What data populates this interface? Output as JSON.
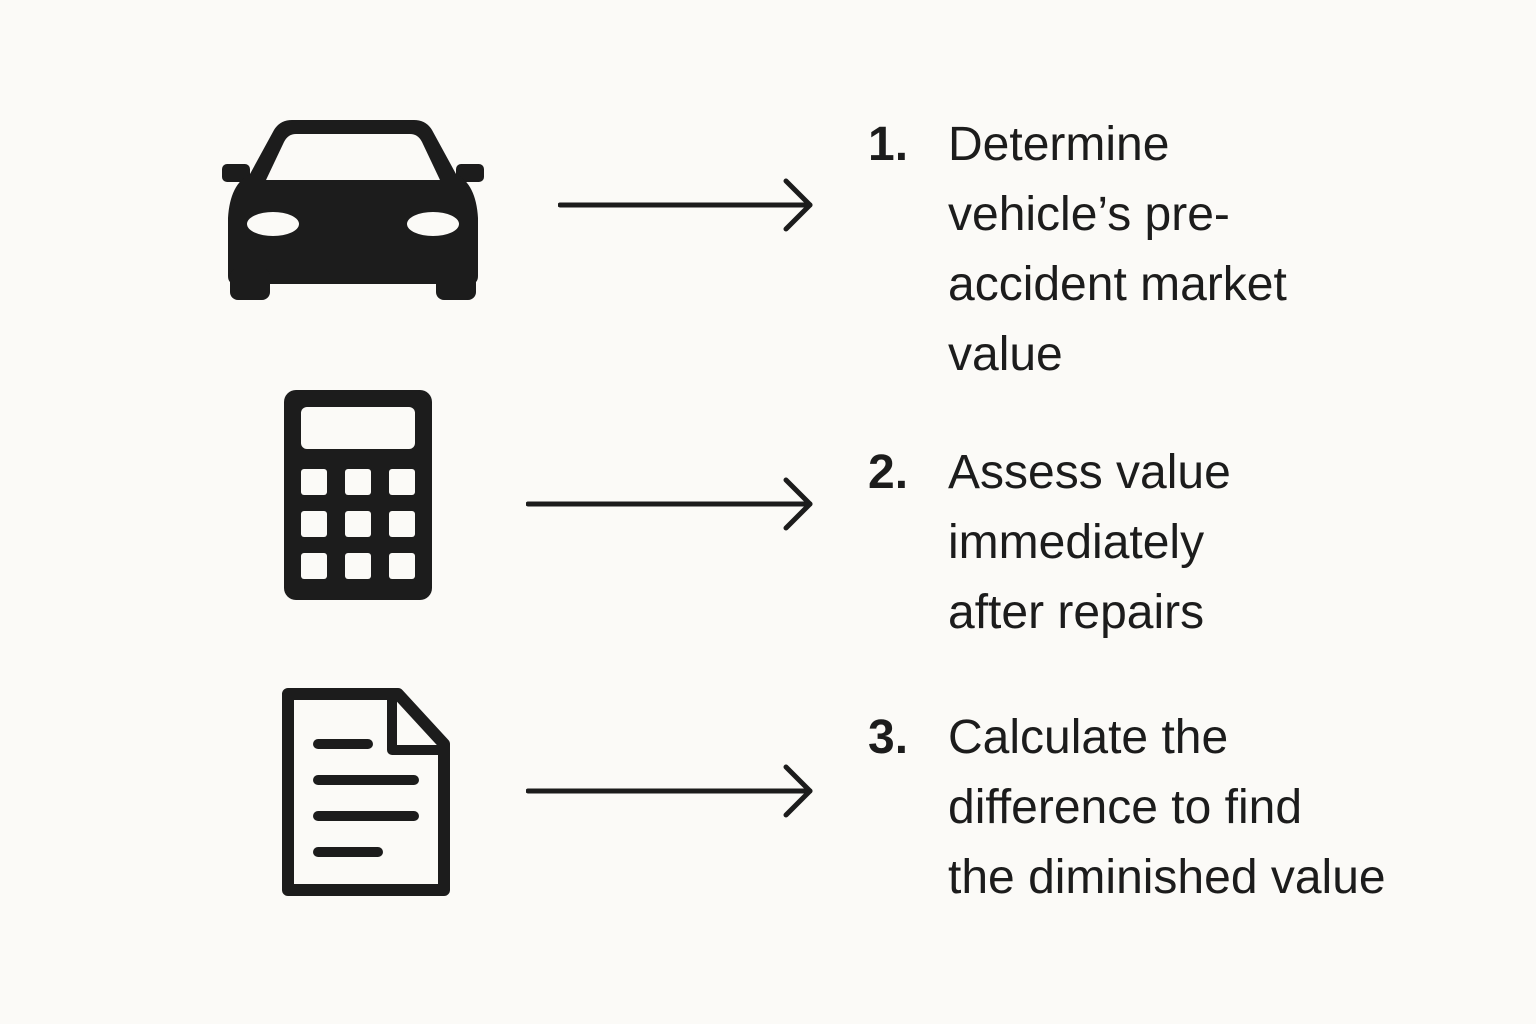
{
  "steps": [
    {
      "number": "1.",
      "lines": [
        "Determine",
        "vehicle’s pre-",
        "accident market",
        "value"
      ],
      "icon": "car-icon"
    },
    {
      "number": "2.",
      "lines": [
        "Assess value",
        "immediately",
        "after repairs"
      ],
      "icon": "calculator-icon"
    },
    {
      "number": "3.",
      "lines": [
        "Calculate the",
        "difference to find",
        "the diminished value"
      ],
      "icon": "document-icon"
    }
  ],
  "colors": {
    "background": "#fbfaf7",
    "ink": "#1c1c1c"
  }
}
